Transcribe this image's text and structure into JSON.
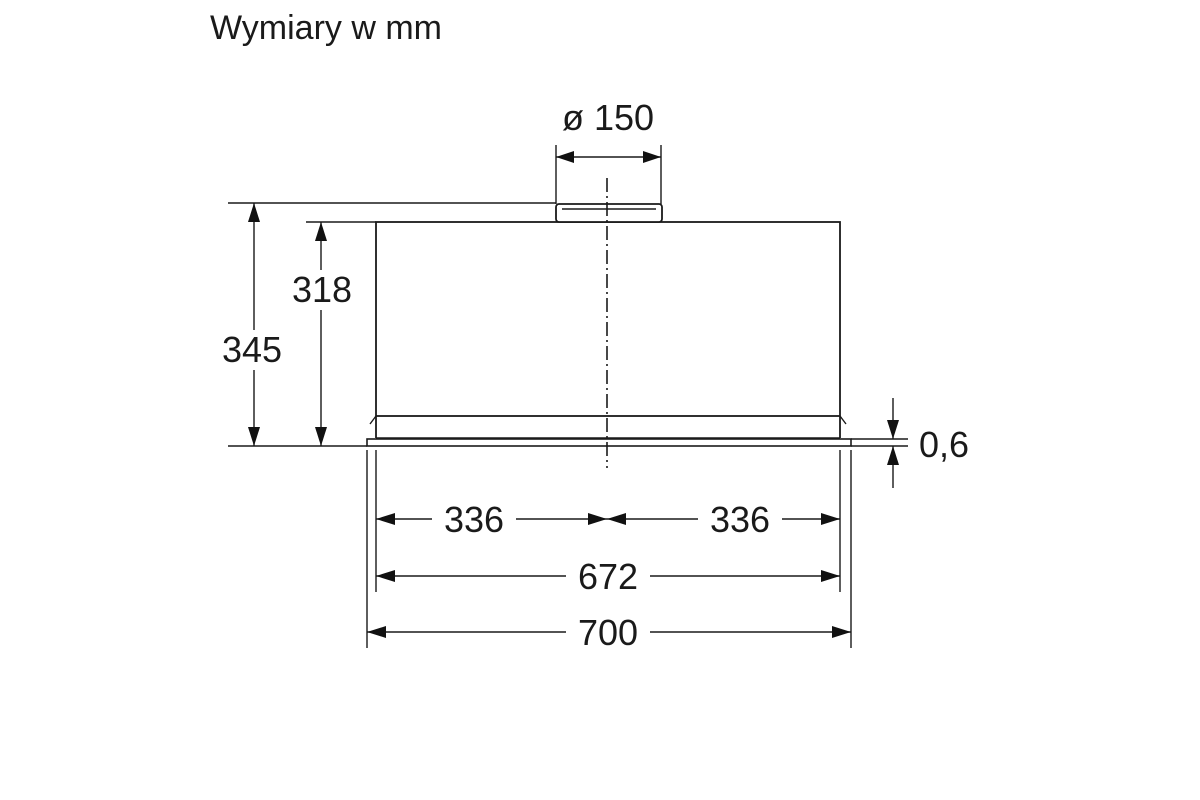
{
  "title": "Wymiary w mm",
  "dimensions": {
    "duct_diameter": "ø 150",
    "total_height": "345",
    "body_height": "318",
    "frame_thickness": "0,6",
    "half_width_left": "336",
    "half_width_right": "336",
    "body_width": "672",
    "total_width": "700"
  },
  "colors": {
    "line": "#1a1a1a",
    "background": "#ffffff"
  }
}
